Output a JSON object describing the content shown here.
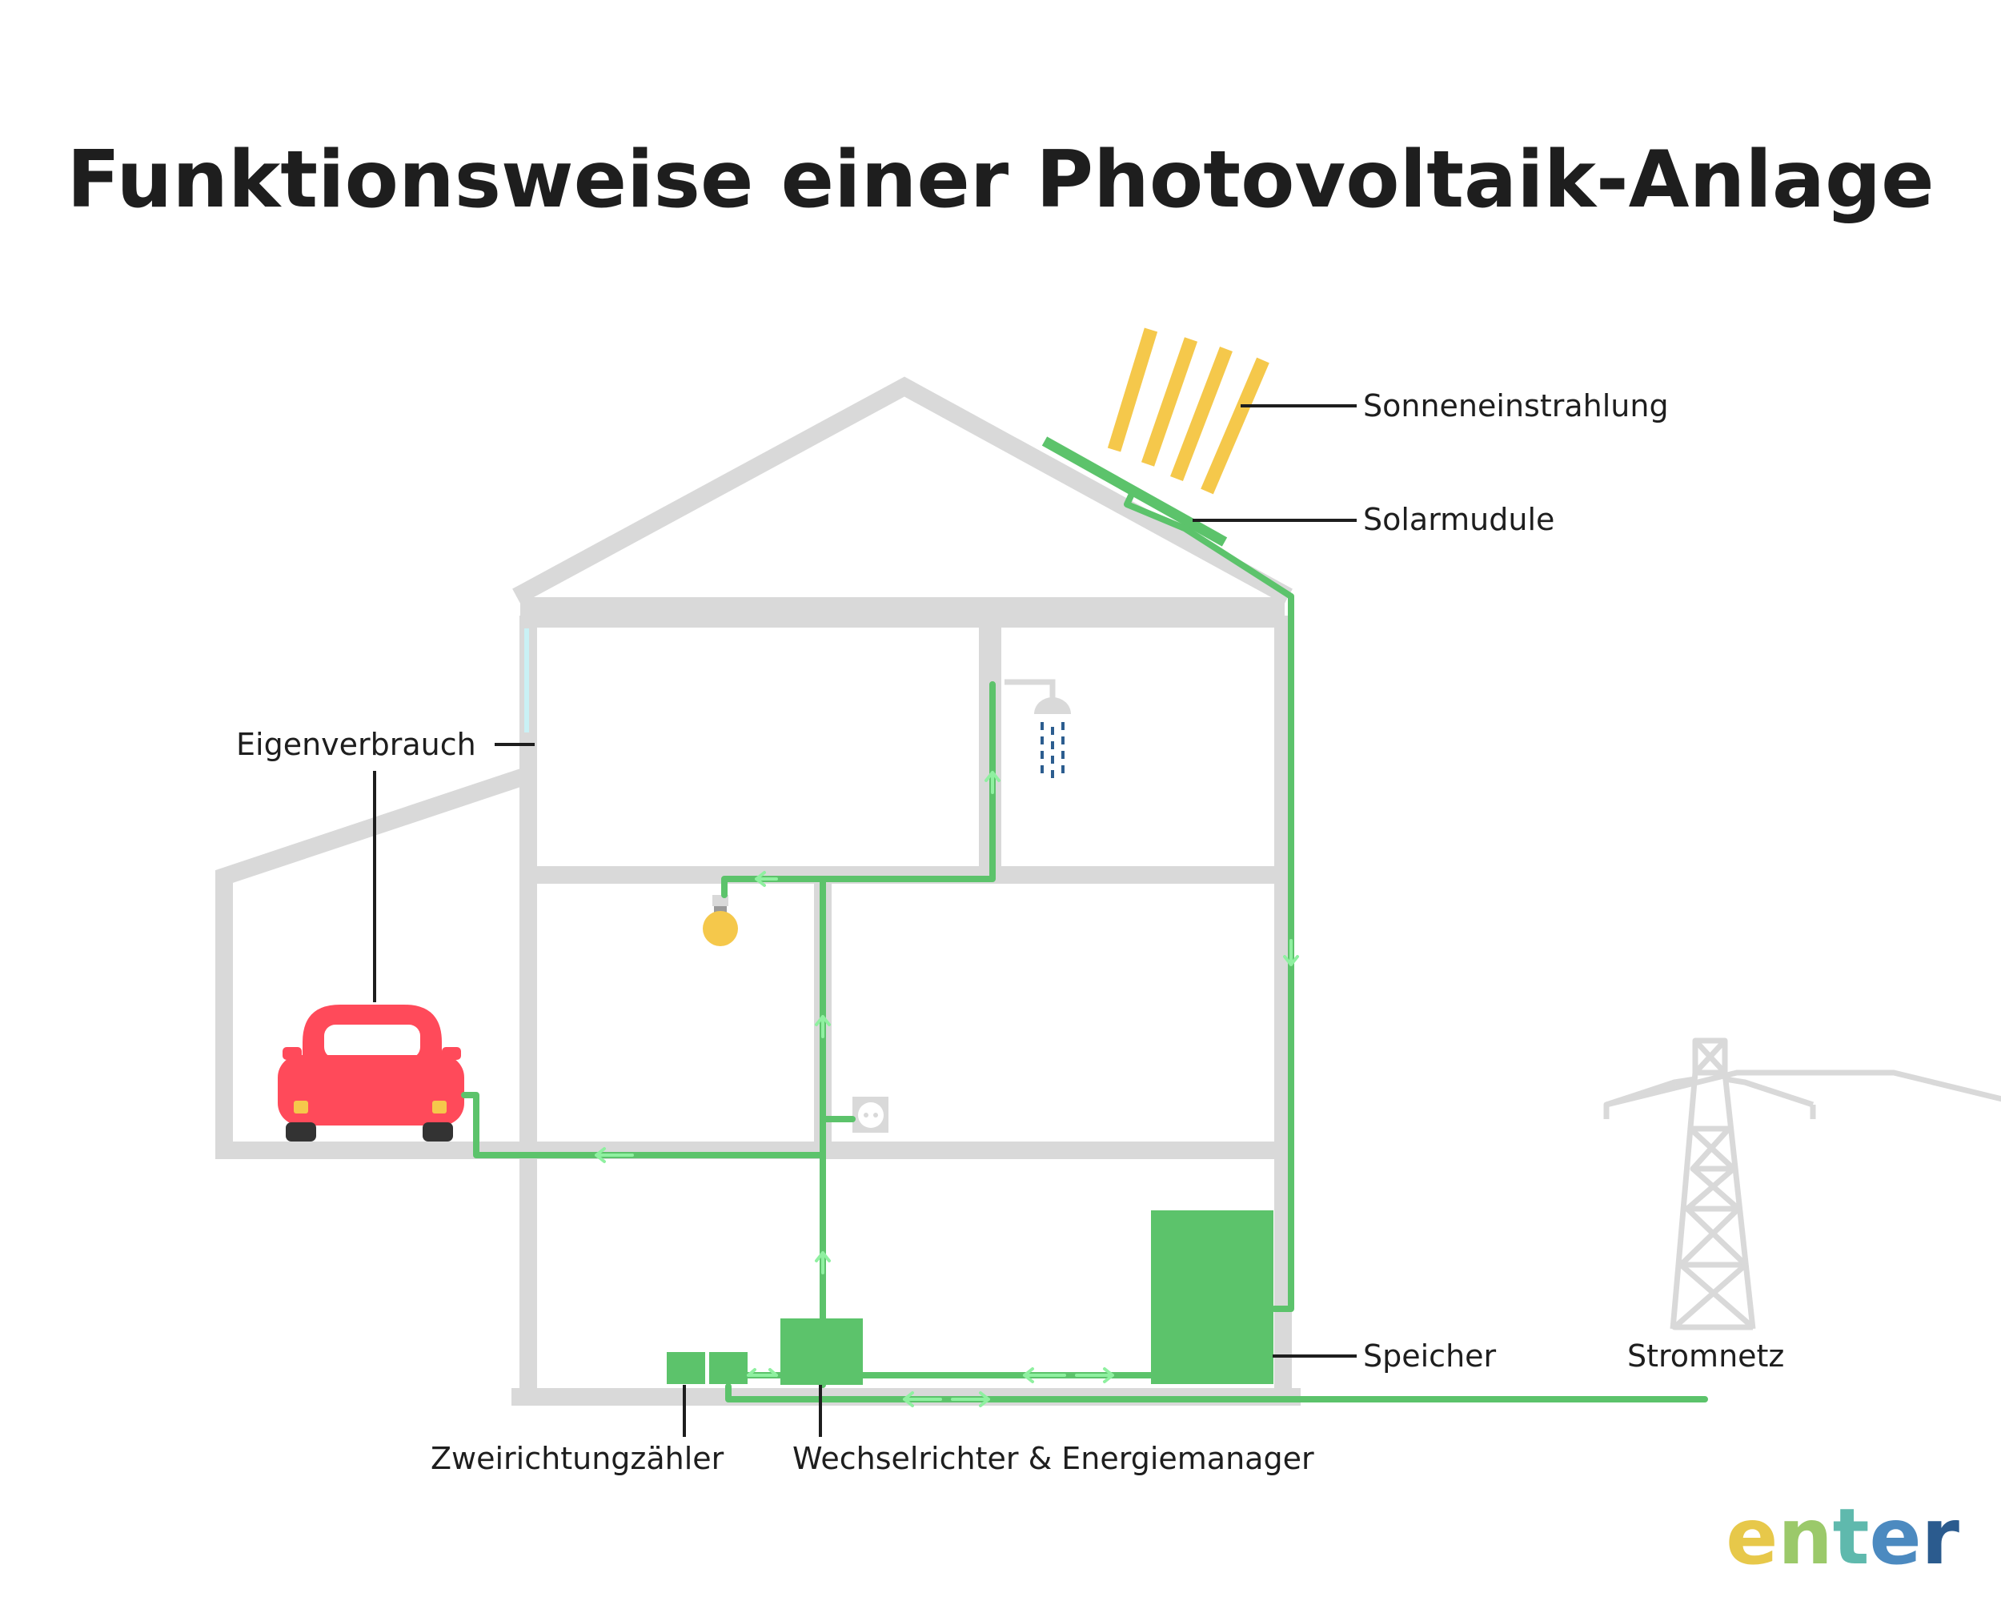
{
  "title": "Funktionsweise einer Photovoltaik-Anlage",
  "labels": {
    "sun": "Sonneneinstrahlung",
    "solar": "Solarmudule",
    "self_consumption": "Eigenverbrauch",
    "storage": "Speicher",
    "grid": "Stromnetz",
    "meter": "Zweirichtungzähler",
    "inverter": "Wechselrichter & Energiemanager"
  },
  "logo": {
    "l1": "e",
    "l2": "n",
    "l3": "t",
    "l4": "e",
    "l5": "r"
  },
  "colors": {
    "wall": "#d9d9d9",
    "wire": "#5cc36b",
    "sun": "#f5c84b",
    "car": "#ff4a5a",
    "bulb": "#f5c84b",
    "water": "#2c5d8f"
  }
}
